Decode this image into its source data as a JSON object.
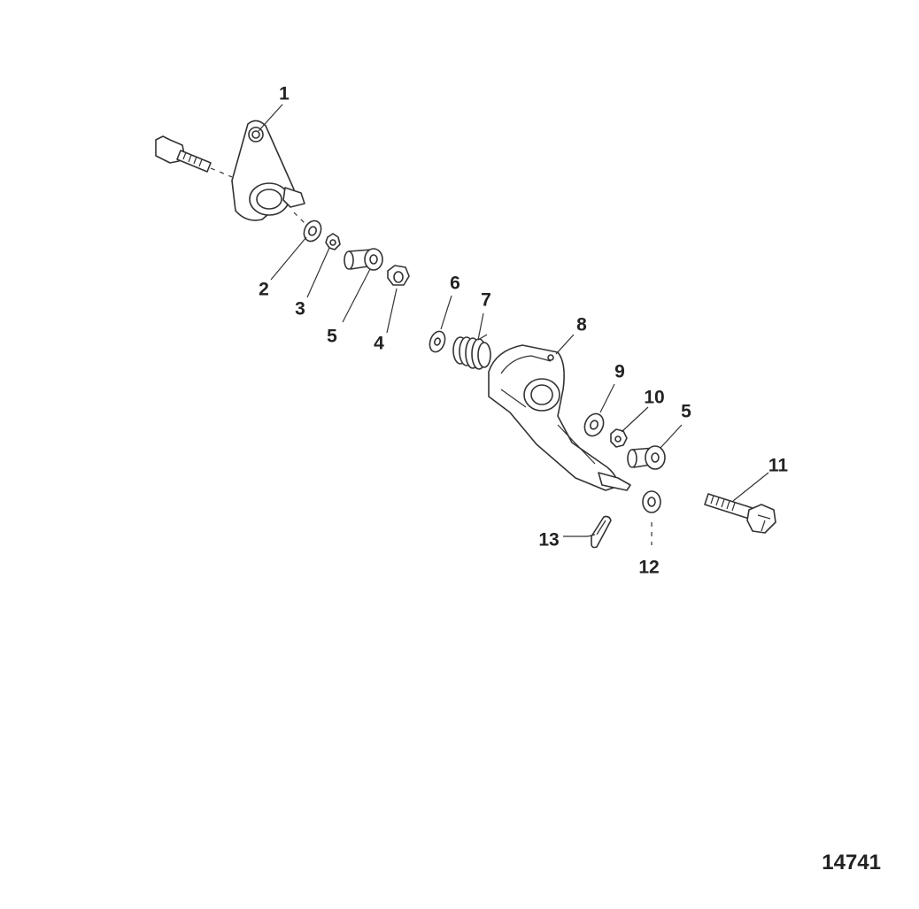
{
  "colors": {
    "ink": "#333333",
    "background": "#ffffff"
  },
  "callouts": [
    {
      "id": "1",
      "label": "1"
    },
    {
      "id": "2",
      "label": "2"
    },
    {
      "id": "3",
      "label": "3"
    },
    {
      "id": "5a",
      "label": "5"
    },
    {
      "id": "4",
      "label": "4"
    },
    {
      "id": "6",
      "label": "6"
    },
    {
      "id": "7",
      "label": "7"
    },
    {
      "id": "8",
      "label": "8"
    },
    {
      "id": "9",
      "label": "9"
    },
    {
      "id": "10",
      "label": "10"
    },
    {
      "id": "5b",
      "label": "5"
    },
    {
      "id": "11",
      "label": "11"
    },
    {
      "id": "13",
      "label": "13"
    },
    {
      "id": "12",
      "label": "12"
    }
  ],
  "figure_number": "14741"
}
